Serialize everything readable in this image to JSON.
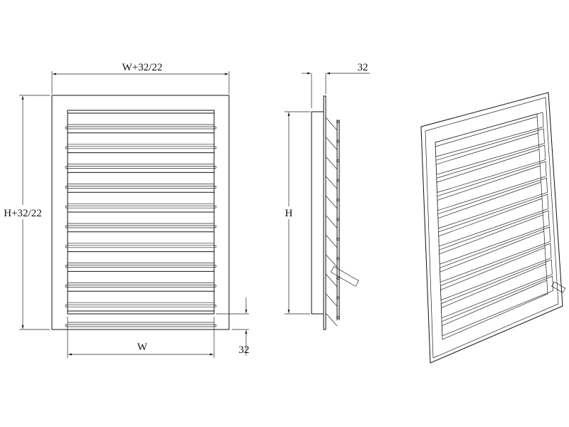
{
  "front_view": {
    "overall_width_label": "W+32/22",
    "overall_height_label": "H+32/22",
    "width_label": "W",
    "flange_label": "32",
    "louver_count": 11
  },
  "side_view": {
    "depth_label": "32",
    "height_label": "H"
  },
  "iso_view": {
    "louver_count": 11
  }
}
